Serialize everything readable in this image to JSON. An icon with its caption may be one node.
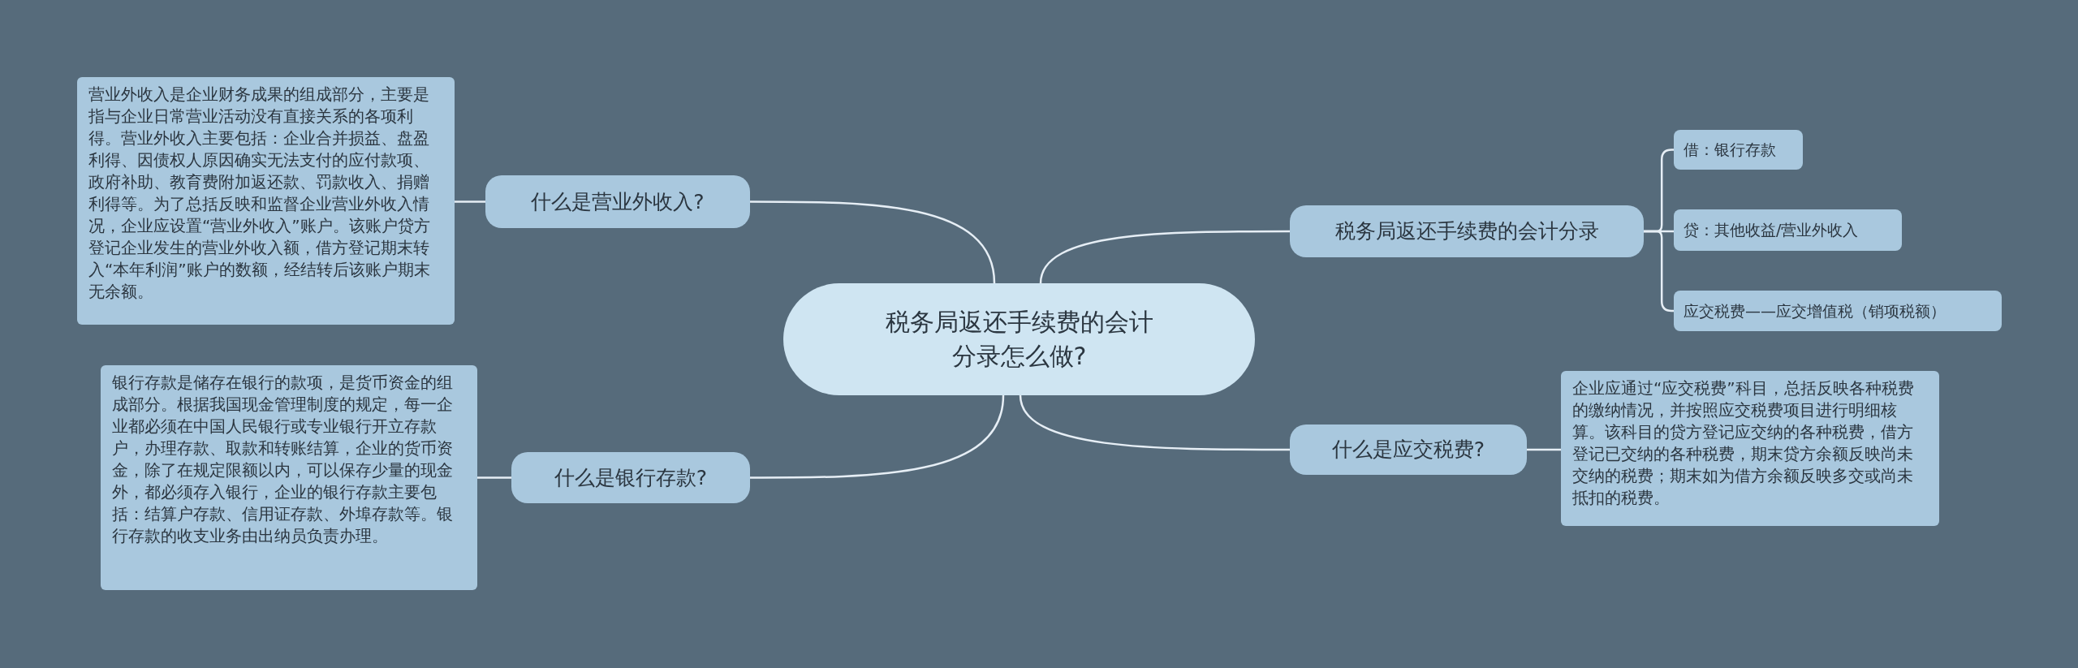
{
  "diagram": {
    "nodes": [
      {
        "text": [
          "税务局返还手续费的会计分录怎么做?"
        ]
      },
      {
        "text": [
          "什么是营业外收入?"
        ]
      },
      {
        "text": [
          "营业外收入是企业财务成果的组成部分，主要是指与企业日常营业活动没有直接关系的各项利得。营业外收入主要包括：企业合并损益、盘盈利得、因债权人原因确实无法支付的应付款项、政府补助、教育费附加返还款、罚款收入、捐赠利得等。为了总括反映和监督企业营业外收入情况，企业应设置“营业外收入”账户。该账户贷方登记企业发生的营业外收入额，借方登记期末转入“本年利润”账户的数额，经结转后该账户期末无余额。"
        ]
      },
      {
        "text": [
          "什么是银行存款?"
        ]
      },
      {
        "text": [
          "银行存款是储存在银行的款项，是货币资金的组成部分。根据我国现金管理制度的规定，每一企业都必须在中国人民银行或专业银行开立存款户，办理存款、取款和转账结算，企业的货币资金，除了在规定限额以内，可以保存少量的现金外，都必须存入银行，企业的银行存款主要包括：结算户存款、信用证存款、外埠存款等。银行存款的收支业务由出纳员负责办理。"
        ]
      },
      {
        "text": [
          "税务局返还手续费的会计分录"
        ]
      },
      {
        "text": [
          "借：银行存款"
        ]
      },
      {
        "text": [
          "贷：其他收益/营业外收入"
        ]
      },
      {
        "text": [
          "应交税费——应交增值税（销项税额）"
        ]
      },
      {
        "text": [
          "什么是应交税费?"
        ]
      },
      {
        "text": [
          "企业应通过“应交税费”科目，总括反映各种税费的缴纳情况，并按照应交税费项目进行明细核算。该科目的贷方登记应交纳的各种税费，借方登记已交纳的各种税费，期末贷方余额反映尚未交纳的税费；期末如为借方余额反映多交或尚未抵扣的税费。"
        ]
      }
    ],
    "edges": [
      {
        "from": 0,
        "to": 1,
        "arrow": "none"
      },
      {
        "from": 1,
        "to": 2,
        "arrow": "none"
      },
      {
        "from": 0,
        "to": 3,
        "arrow": "none"
      },
      {
        "from": 3,
        "to": 4,
        "arrow": "none"
      },
      {
        "from": 0,
        "to": 5,
        "arrow": "none"
      },
      {
        "from": 5,
        "to": 6,
        "arrow": "none"
      },
      {
        "from": 5,
        "to": 7,
        "arrow": "none"
      },
      {
        "from": 5,
        "to": 8,
        "arrow": "none"
      },
      {
        "from": 0,
        "to": 9,
        "arrow": "none"
      },
      {
        "from": 9,
        "to": 10,
        "arrow": "none"
      }
    ]
  }
}
